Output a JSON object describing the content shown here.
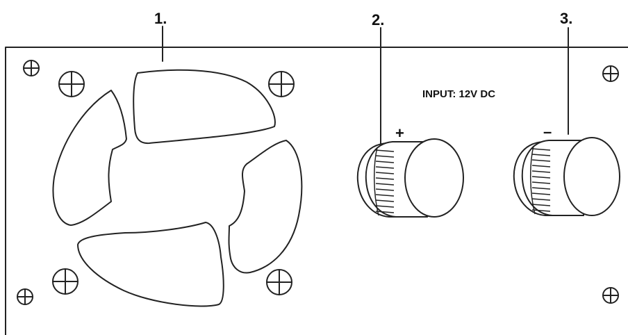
{
  "callouts": {
    "fan": "1.",
    "positive_terminal": "2.",
    "negative_terminal": "3."
  },
  "panel": {
    "input_label": "INPUT: 12V DC",
    "plus_sign": "+",
    "minus_sign": "–"
  },
  "colors": {
    "line": "#222222",
    "background": "#ffffff"
  }
}
